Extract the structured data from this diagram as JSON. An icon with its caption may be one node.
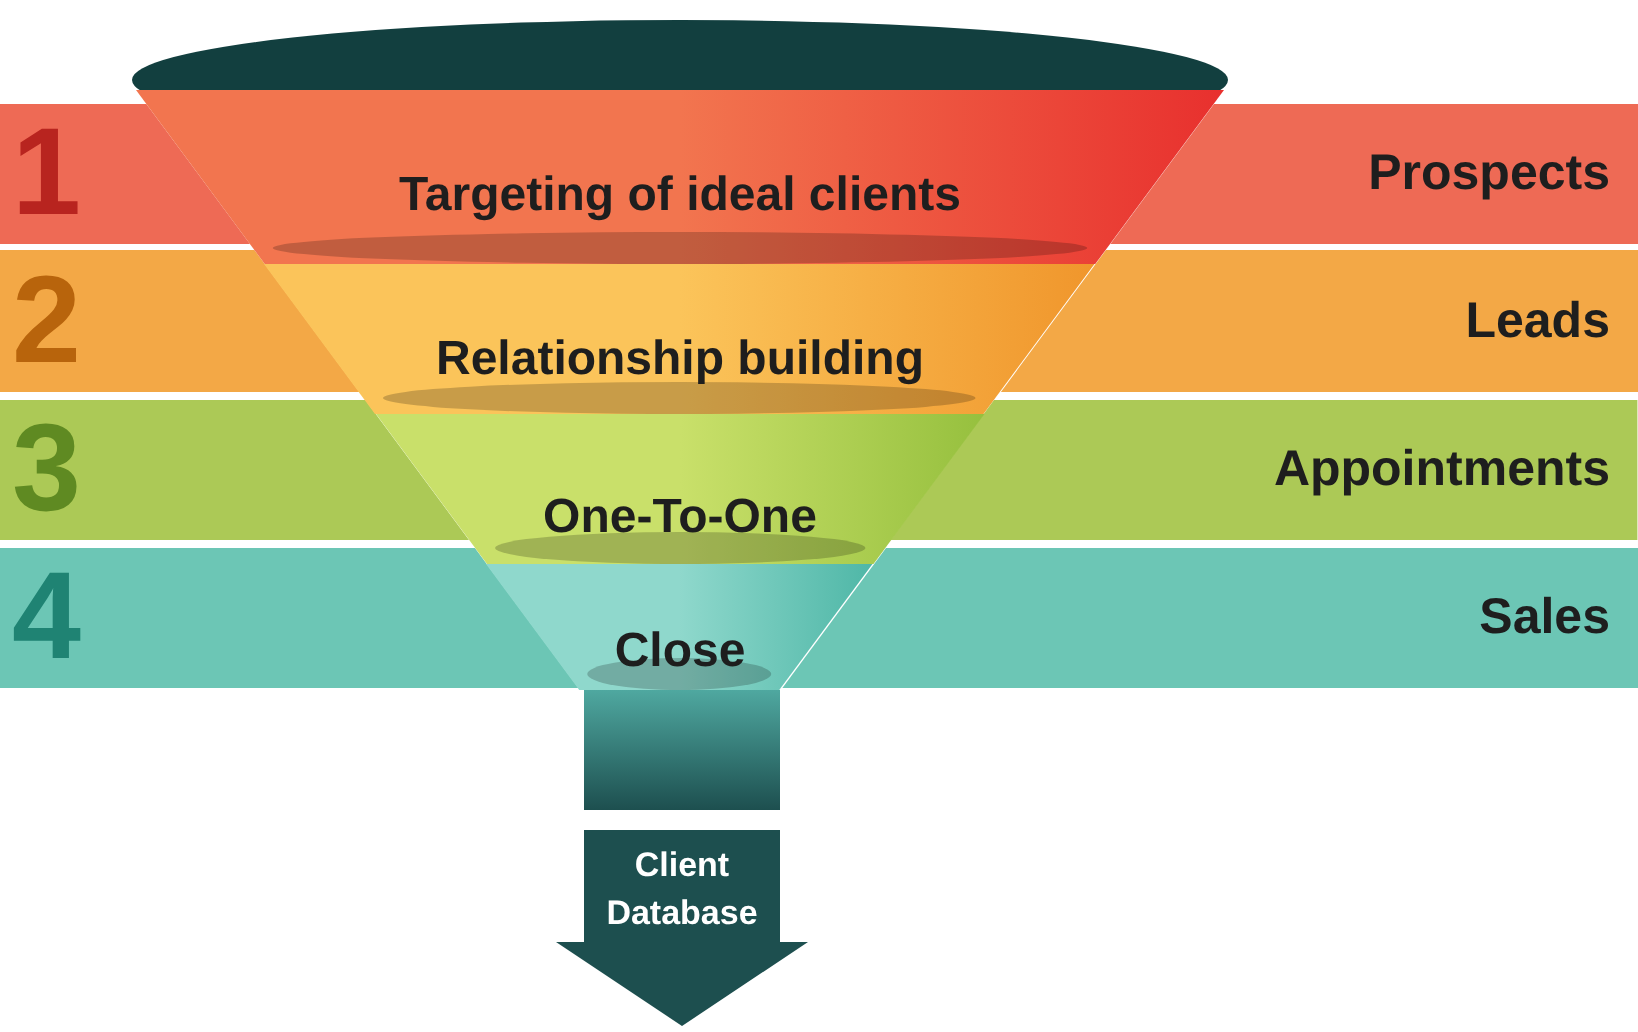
{
  "diagram": {
    "nodes": [
      {
        "text": [],
        "shape": "ellipse"
      },
      {
        "text": [
          "1"
        ]
      },
      {
        "text": [
          "Targeting of ideal clients"
        ]
      },
      {
        "text": [
          "Prospects"
        ]
      },
      {
        "text": [
          "2"
        ]
      },
      {
        "text": [
          "Relationship building"
        ]
      },
      {
        "text": [
          "Leads"
        ]
      },
      {
        "text": [
          "3"
        ]
      },
      {
        "text": [
          "One-To-One"
        ]
      },
      {
        "text": [
          "Appointments"
        ]
      },
      {
        "text": [
          "4"
        ]
      },
      {
        "text": [
          "Close"
        ]
      },
      {
        "text": [
          "Sales"
        ]
      },
      {
        "text": [],
        "shape": "box"
      },
      {
        "text": [
          "Client Database"
        ]
      }
    ]
  }
}
